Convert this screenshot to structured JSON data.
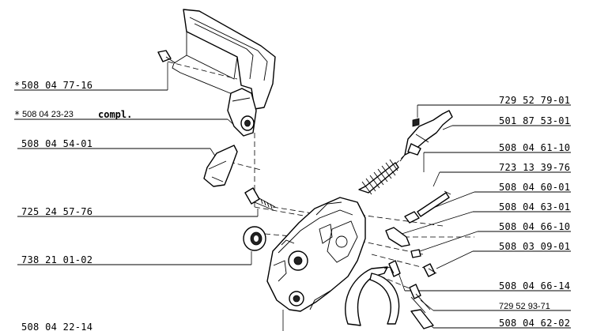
{
  "title": "",
  "callouts": {
    "l1": "508 04 77-16",
    "l2": "508 04 23-23",
    "l2_suffix": "compl.",
    "l3": "508 04 54-01",
    "l4": "725 24 57-76",
    "l5": "738 21 01-02",
    "l6": "508 04 22-14",
    "r1": "729 52 79-01",
    "r2": "501 87 53-01",
    "r3": "508 04 61-10",
    "r4": "723 13 39-76",
    "r5": "508 04 60-01",
    "r6": "508 04 63-01",
    "r7": "508 04 66-10",
    "r8": "508 03 09-01",
    "r9": "508 04 66-14",
    "r10": "729 52 93-71",
    "r11": "508 04 62-02"
  },
  "asterisk": "*",
  "colors": {
    "ink": "#000000",
    "paper": "#ffffff"
  }
}
